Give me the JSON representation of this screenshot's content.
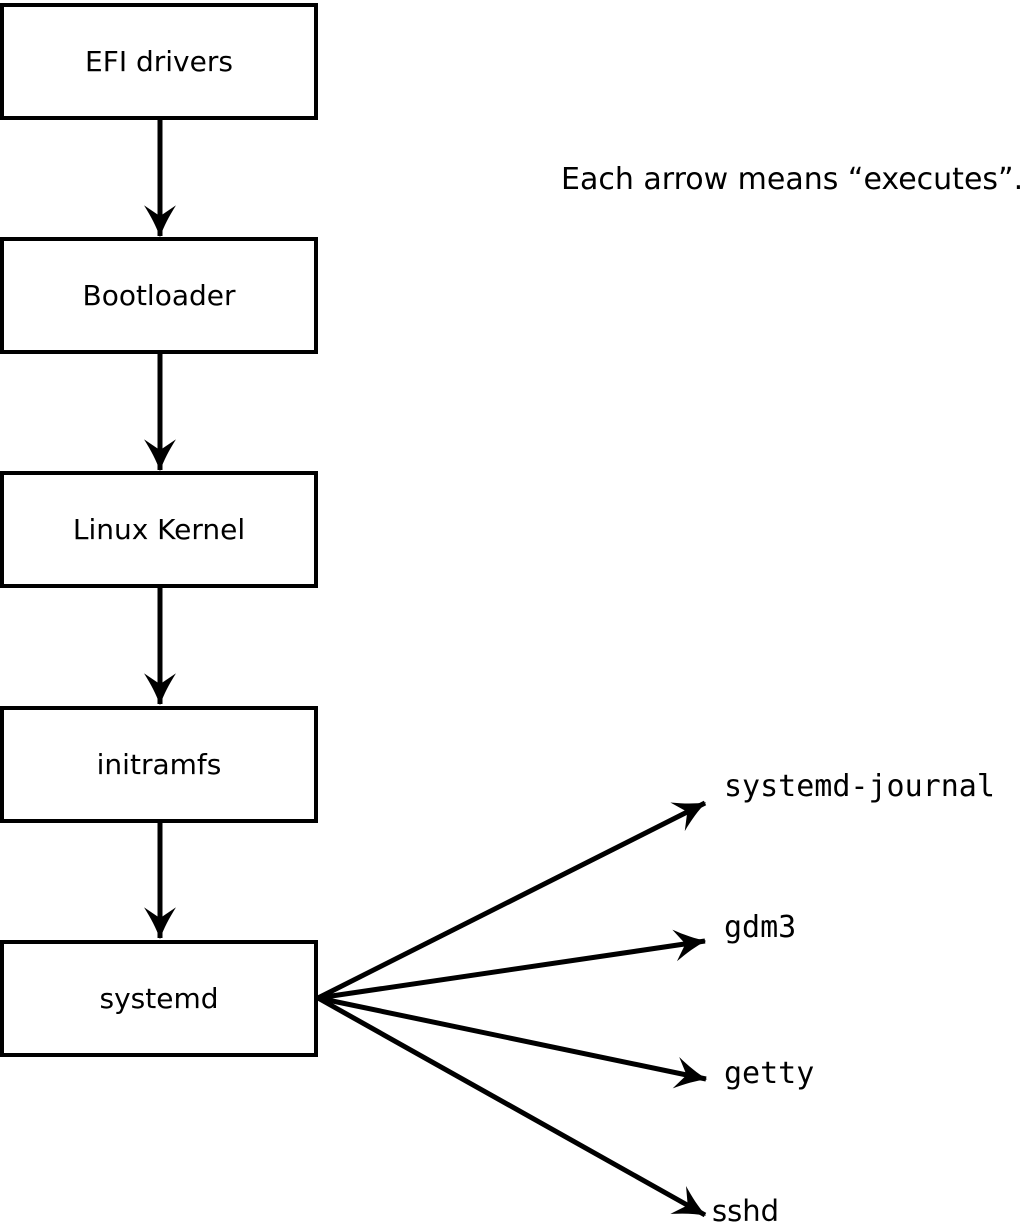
{
  "diagram": {
    "note": "Each arrow means “executes”.",
    "arrow_meaning": "executes",
    "chain": [
      {
        "label": "EFI drivers"
      },
      {
        "label": "Bootloader"
      },
      {
        "label": "Linux Kernel"
      },
      {
        "label": "initramfs"
      },
      {
        "label": "systemd"
      }
    ],
    "spawned": [
      {
        "label": "systemd-journal"
      },
      {
        "label": "gdm3"
      },
      {
        "label": "getty"
      },
      {
        "label": "sshd"
      }
    ],
    "colors": {
      "line": "#000000",
      "text": "#000000",
      "box_fill": "#ffffff",
      "background": "#ffffff"
    }
  }
}
